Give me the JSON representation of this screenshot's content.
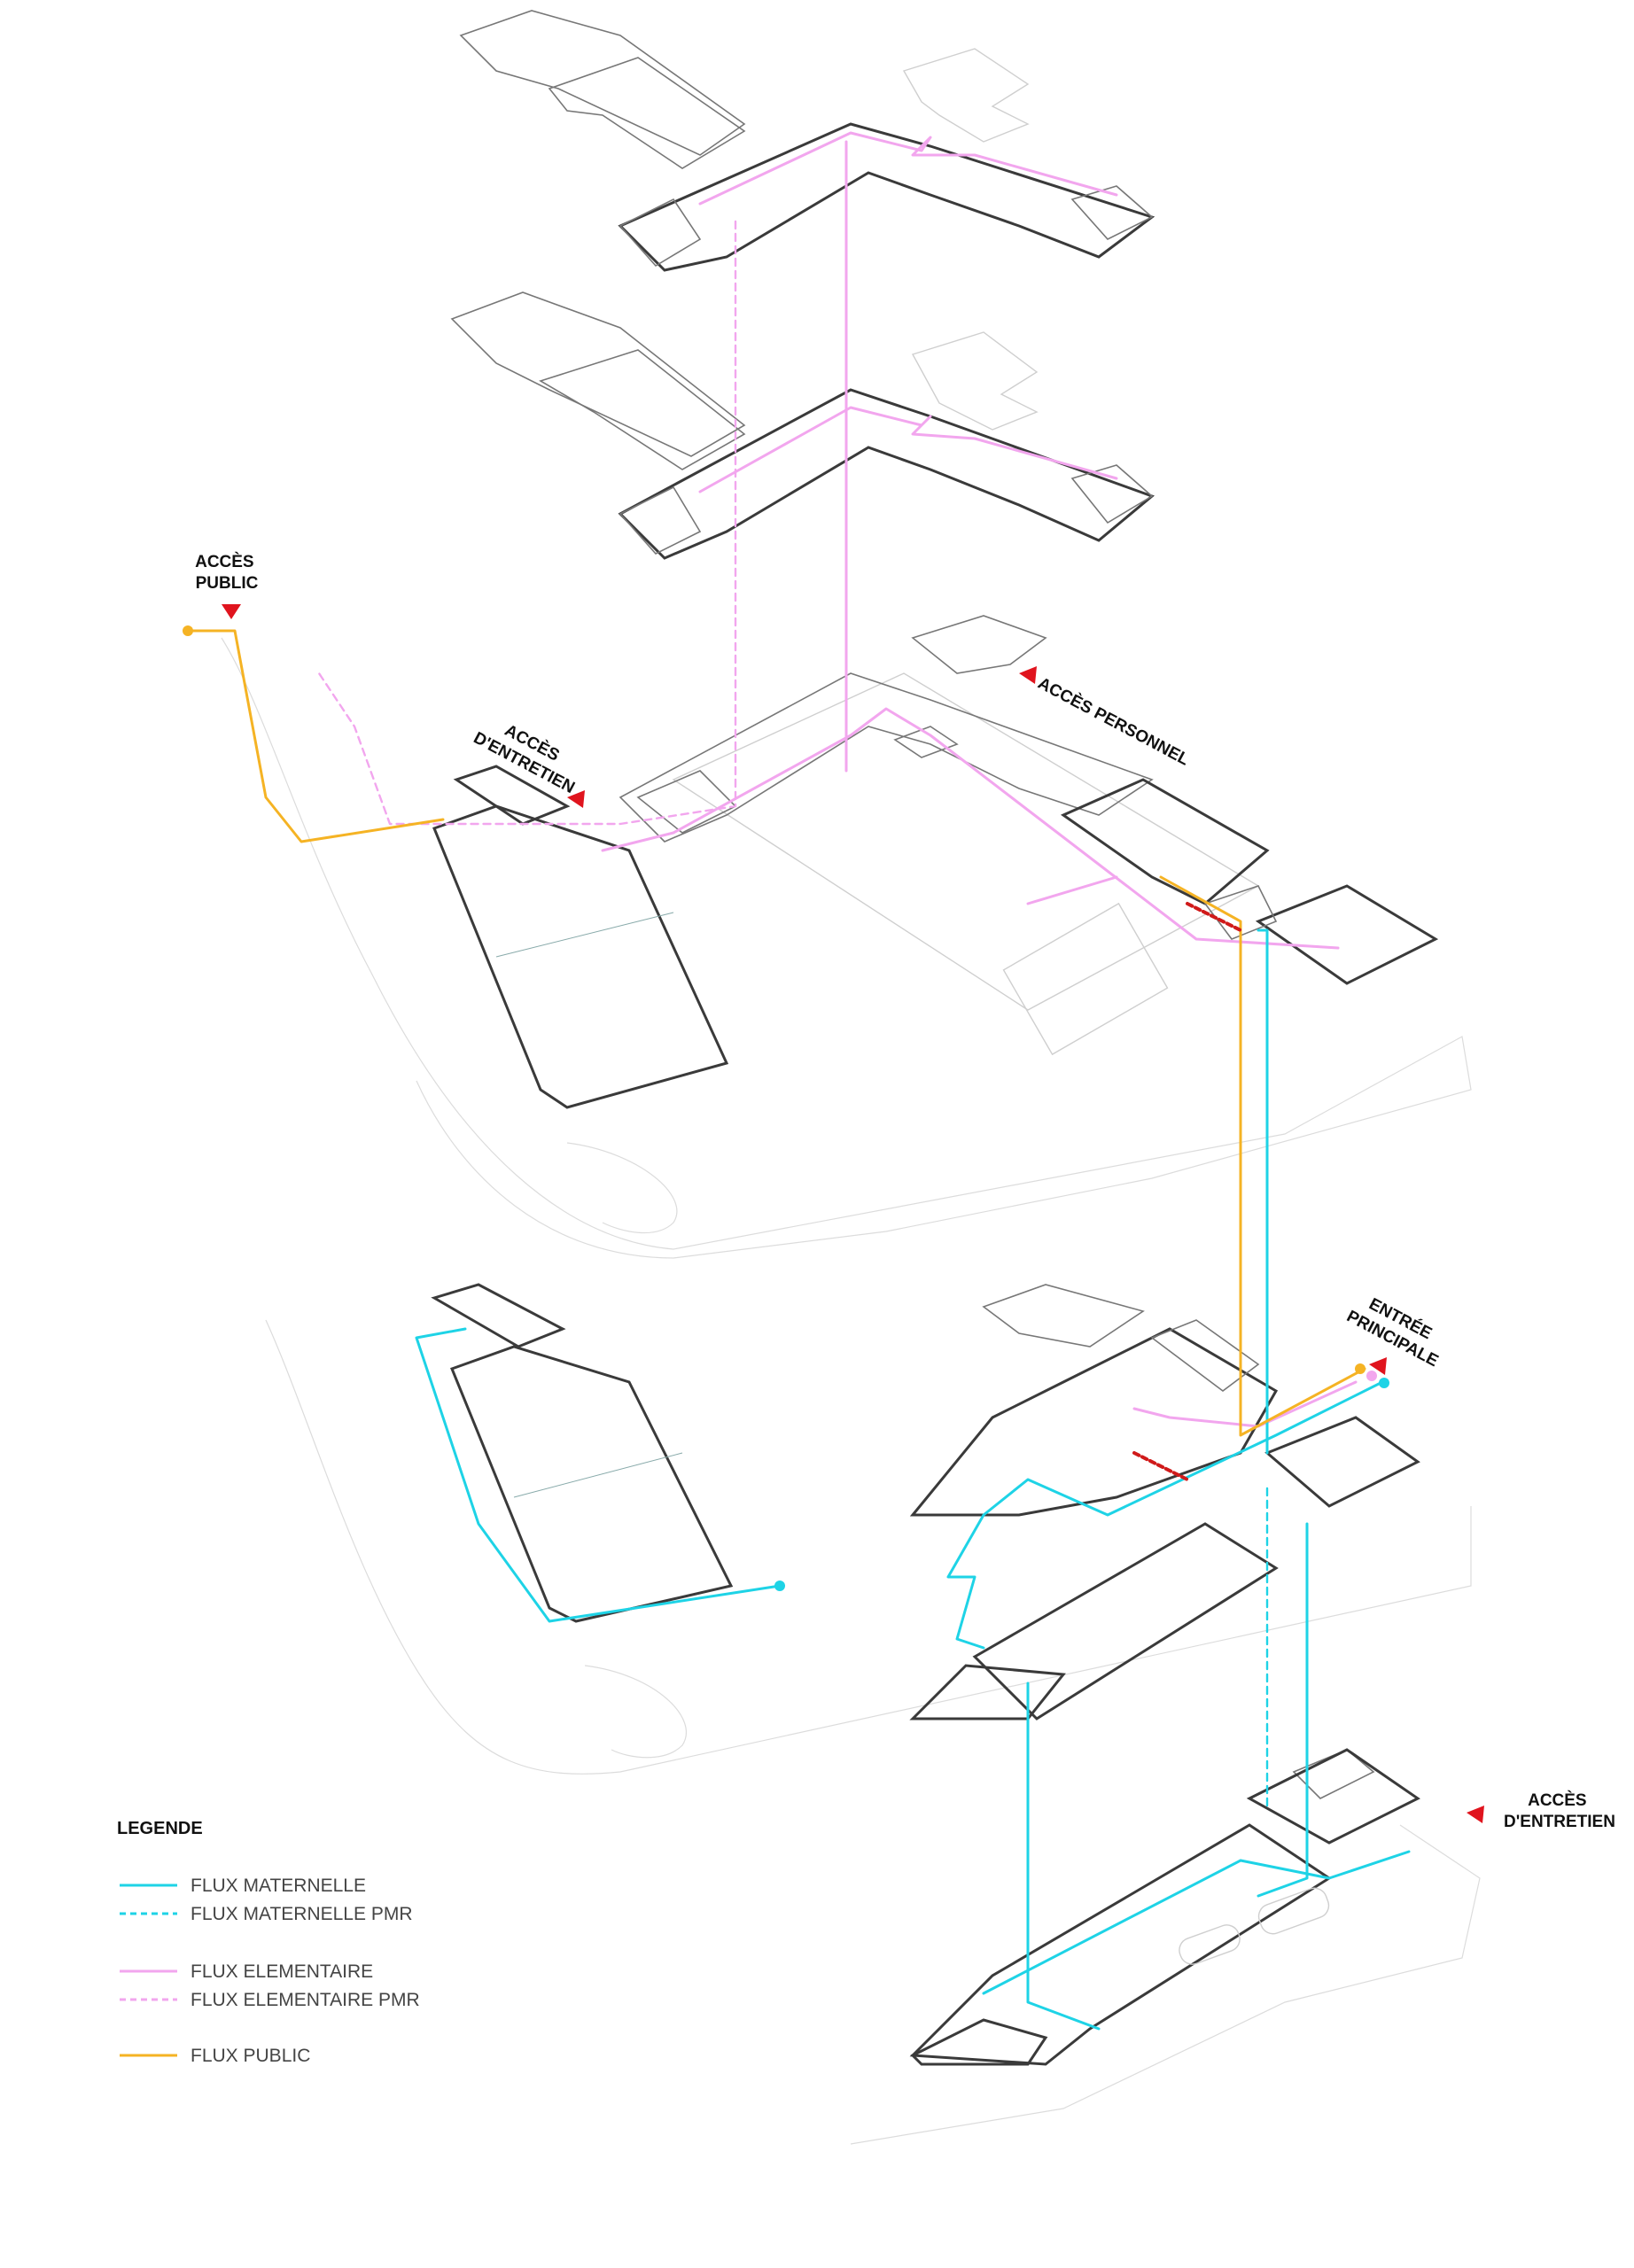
{
  "labels": {
    "acces_public": [
      "ACCÈS",
      "PUBLIC"
    ],
    "acces_entretien_1": [
      "ACCÈS",
      "D'ENTRETIEN"
    ],
    "acces_personnel": "ACCÈS PERSONNEL",
    "entree_principale": [
      "ENTRÉE",
      "PRINCIPALE"
    ],
    "acces_entretien_2": [
      "ACCÈS",
      "D'ENTRETIEN"
    ]
  },
  "legend": {
    "title": "LEGENDE",
    "items": [
      {
        "label": "FLUX MATERNELLE",
        "color": "#1ed3e6",
        "style": "solid"
      },
      {
        "label": "FLUX MATERNELLE PMR",
        "color": "#1ed3e6",
        "style": "dashed"
      },
      {
        "label": "FLUX ELEMENTAIRE",
        "color": "#f2a6ee",
        "style": "solid"
      },
      {
        "label": "FLUX ELEMENTAIRE PMR",
        "color": "#f2a6ee",
        "style": "dashed"
      },
      {
        "label": "FLUX PUBLIC",
        "color": "#f5b324",
        "style": "solid"
      }
    ]
  },
  "colors": {
    "maternelle": "#1ed3e6",
    "elementaire": "#f2a6ee",
    "public": "#f5b324",
    "marker": "#e0141e",
    "gym_fill": "#dce6f5",
    "yellow_fill": "#faf3d0",
    "pink_fill": "#f3e3f2",
    "salmon_fill": "#fbe2dc",
    "cyan_fill": "#e3f4f7",
    "green_fill": "#cfe8c0"
  }
}
